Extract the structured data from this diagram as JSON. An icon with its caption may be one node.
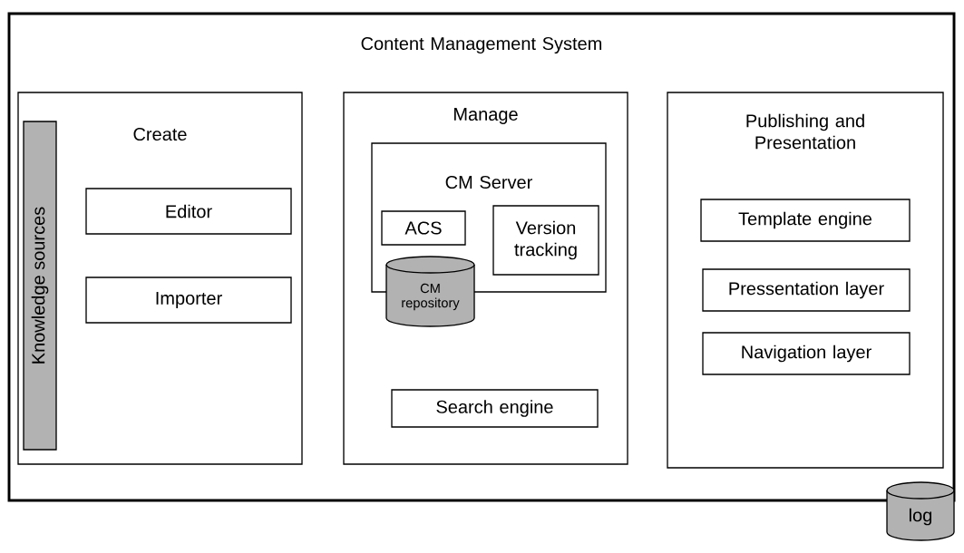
{
  "diagram": {
    "nodes": [
      {
        "text": [
          "Content Management System"
        ]
      },
      {
        "text": [
          "Create"
        ],
        "in": 0
      },
      {
        "text": [
          "Knowledge sources"
        ],
        "in": 1
      },
      {
        "text": [
          "Editor"
        ],
        "in": 1
      },
      {
        "text": [
          "Importer"
        ],
        "in": 1
      },
      {
        "text": [
          "Manage"
        ],
        "in": 0
      },
      {
        "text": [
          "CM Server"
        ],
        "in": 5
      },
      {
        "text": [
          "ACS"
        ],
        "in": 6
      },
      {
        "text": [
          "Version tracking"
        ],
        "in": 6
      },
      {
        "text": [
          "CM repository"
        ],
        "in": 5
      },
      {
        "text": [
          "Search engine"
        ],
        "in": 5
      },
      {
        "text": [
          "Publishing and Presentation"
        ],
        "in": 0
      },
      {
        "text": [
          "Template engine"
        ],
        "in": 11
      },
      {
        "text": [
          "Pressentation layer"
        ],
        "in": 11
      },
      {
        "text": [
          "Navigation layer"
        ],
        "in": 11
      },
      {
        "text": [
          "log"
        ]
      }
    ]
  }
}
